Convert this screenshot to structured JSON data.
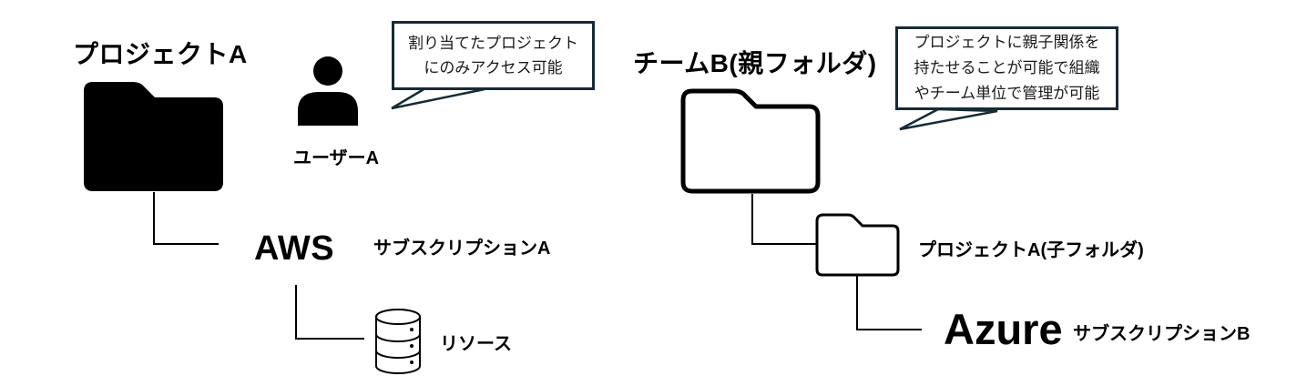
{
  "diagram": {
    "left": {
      "title": "プロジェクトA",
      "folder_icon": "folder-icon-filled",
      "user_icon": "user-icon",
      "user_label": "ユーザーA",
      "callout_lines": [
        "割り当てたプロジェクト",
        "にのみアクセス可能"
      ],
      "provider": "AWS",
      "subscription_label": "サブスクリプションA",
      "database_icon": "database-icon",
      "resource_label": "リソース"
    },
    "right": {
      "title": "チームB(親フォルダ)",
      "parent_folder_icon": "folder-icon-outline",
      "callout_lines": [
        "プロジェクトに親子関係を",
        "持たせることが可能で組織",
        "やチーム単位で管理が可能"
      ],
      "child_folder_icon": "folder-icon-outline-small",
      "child_folder_label": "プロジェクトA(子フォルダ)",
      "provider": "Azure",
      "subscription_label": "サブスクリプションB"
    },
    "colors": {
      "shape_fill": "#000000",
      "connector_line": "#000000",
      "callout_border": "#152b36",
      "callout_text": "#1a1a1a",
      "background": "#ffffff"
    }
  }
}
